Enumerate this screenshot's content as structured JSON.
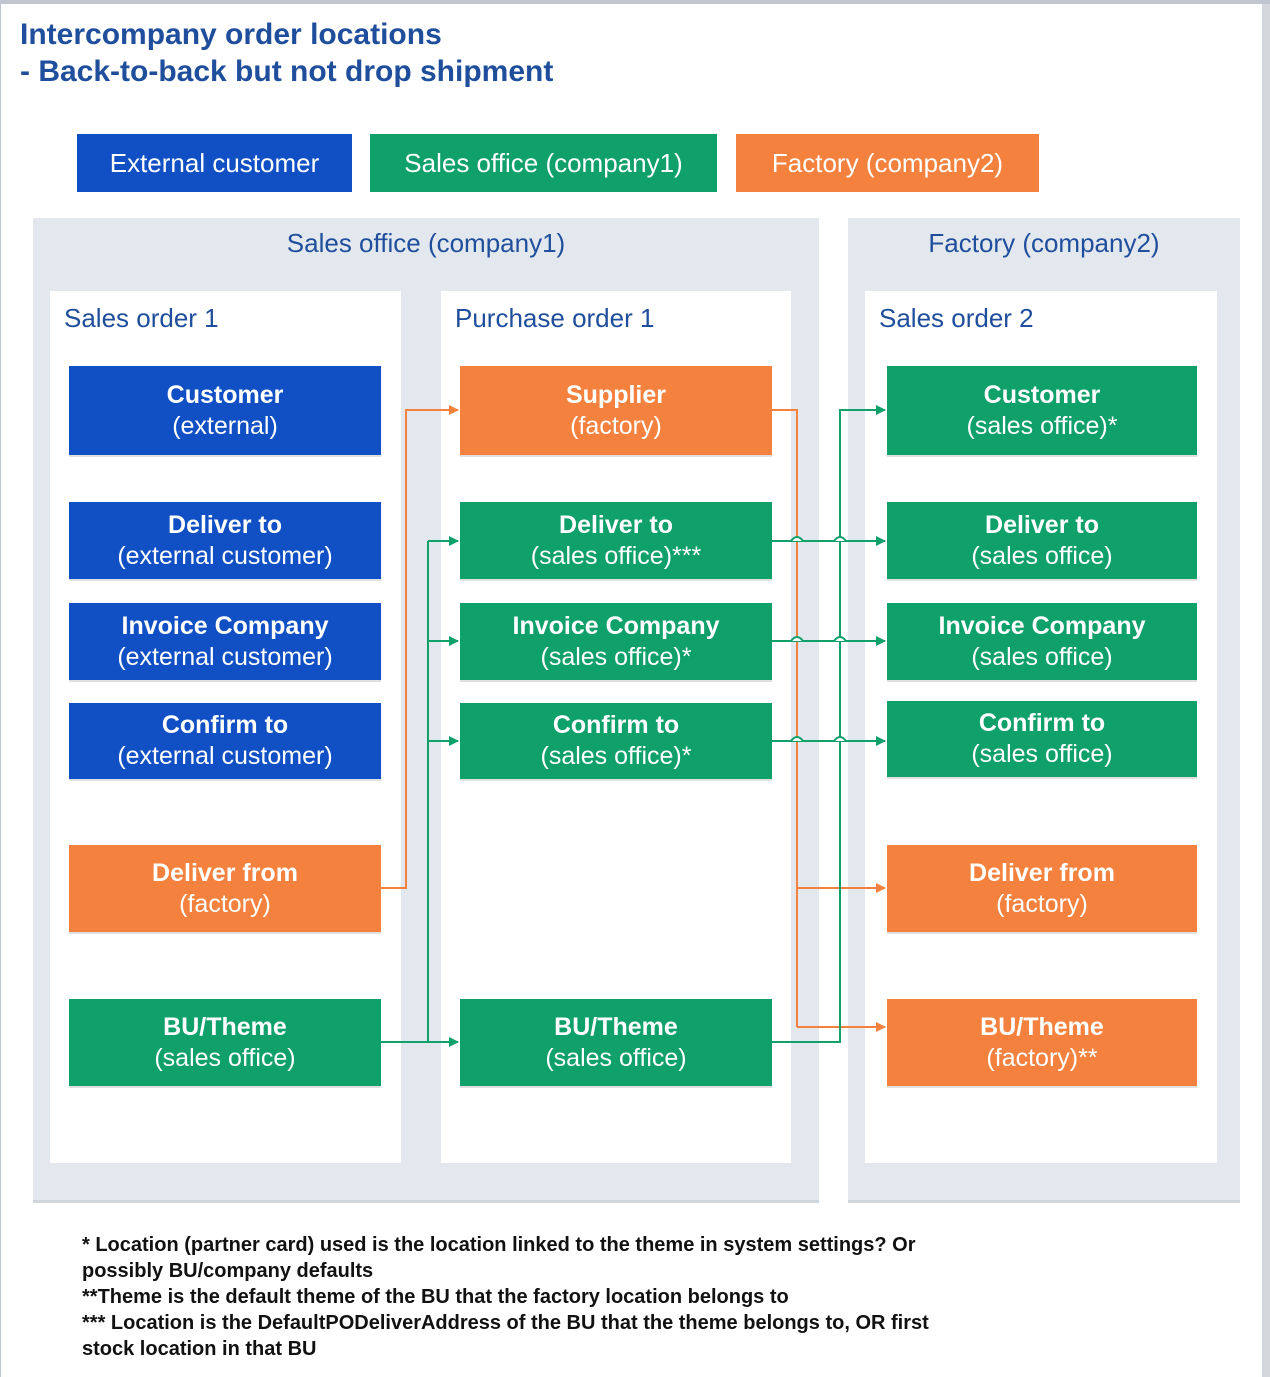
{
  "title": {
    "line1": "Intercompany order locations",
    "line2": "- Back-to-back but not drop shipment"
  },
  "legend": [
    {
      "label": "External customer",
      "color": "#1050c4"
    },
    {
      "label": "Sales office (company1)",
      "color": "#10a06a"
    },
    {
      "label": "Factory (company2)",
      "color": "#f4823e"
    }
  ],
  "groups": {
    "sales_office": "Sales office (company1)",
    "factory": "Factory (company2)"
  },
  "columns": {
    "sales_order_1": {
      "title": "Sales order 1",
      "boxes": [
        {
          "line1": "Customer",
          "line2": "(external)"
        },
        {
          "line1": "Deliver to",
          "line2": "(external customer)"
        },
        {
          "line1": "Invoice Company",
          "line2": "(external customer)"
        },
        {
          "line1": "Confirm to",
          "line2": "(external customer)"
        },
        {
          "line1": "Deliver from",
          "line2": "(factory)"
        },
        {
          "line1": "BU/Theme",
          "line2": "(sales office)"
        }
      ]
    },
    "purchase_order_1": {
      "title": "Purchase order 1",
      "boxes": [
        {
          "line1": "Supplier",
          "line2": "(factory)"
        },
        {
          "line1": "Deliver to",
          "line2": "(sales office)***"
        },
        {
          "line1": "Invoice Company",
          "line2": "(sales office)*"
        },
        {
          "line1": "Confirm to",
          "line2": "(sales office)*"
        },
        {
          "line1": "BU/Theme",
          "line2": "(sales office)"
        }
      ]
    },
    "sales_order_2": {
      "title": "Sales order 2",
      "boxes": [
        {
          "line1": "Customer",
          "line2": "(sales office)*"
        },
        {
          "line1": "Deliver to",
          "line2": "(sales office)"
        },
        {
          "line1": "Invoice Company",
          "line2": "(sales office)"
        },
        {
          "line1": "Confirm to",
          "line2": "(sales office)"
        },
        {
          "line1": "Deliver from",
          "line2": "(factory)"
        },
        {
          "line1": "BU/Theme",
          "line2": "(factory)**"
        }
      ]
    }
  },
  "colors": {
    "connector_orange": "#f4823e",
    "connector_green": "#10a06a",
    "heading_blue": "#1f4e9c"
  },
  "notes": [
    "* Location (partner card) used is the location linked to the theme in system settings? Or",
    "possibly  BU/company defaults",
    "**Theme is the default theme of the BU that the factory location belongs to",
    "*** Location is the DefaultPODeliverAddress of the BU that the theme belongs to, OR first",
    "stock location in that BU"
  ]
}
